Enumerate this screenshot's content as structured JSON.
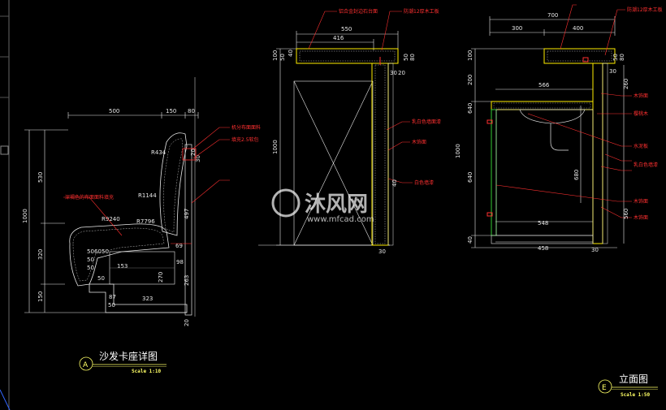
{
  "colors": {
    "background": "#000000",
    "dimension": "#e8e8e8",
    "leader": "#ff3030",
    "wall": "#ffee00",
    "hatch": "#c0c0c0",
    "accent": "#33cc33",
    "marker": "#ffff66"
  },
  "left_view": {
    "title": "沙发卡座详图",
    "scale": "Scale 1:10",
    "marker": "A",
    "dims_top": [
      "500",
      "150",
      "80"
    ],
    "dims_left": [
      "1000",
      "530",
      "320",
      "150"
    ],
    "dims_misc": [
      "R434",
      "R1144",
      "R7796",
      "R9240",
      "50",
      "60",
      "50",
      "50",
      "50",
      "153",
      "50",
      "87",
      "50",
      "323",
      "270",
      "263",
      "497",
      "69",
      "98",
      "20",
      "30",
      "20"
    ],
    "labels_red": [
      "机分布面面料",
      "填充2.5软包",
      "深褐色的布面面料填充"
    ]
  },
  "middle_view": {
    "dims_top": [
      "550",
      "416"
    ],
    "dims_side": [
      "100",
      "50",
      "1000",
      "80",
      "50",
      "30",
      "20",
      "40",
      "30",
      "40"
    ],
    "labels_red": [
      "铝合金封边石台面",
      "防潮12厚木工板",
      "乳白色墙面漆",
      "木饰面",
      "白色墙漆"
    ]
  },
  "right_view": {
    "title": "立面图",
    "scale": "Scale 1:50",
    "marker": "E",
    "dims_top": [
      "700",
      "300",
      "400"
    ],
    "dims_side": [
      "100",
      "200",
      "640",
      "1000",
      "640",
      "40",
      "50",
      "80",
      "30",
      "260",
      "560"
    ],
    "dims_inner": [
      "566",
      "548",
      "458",
      "30",
      "680"
    ],
    "labels_red": [
      "防潮12厚木工板",
      "木饰面",
      "樱桃木",
      "水泥板",
      "乳白色墙漆",
      "木饰面",
      "木饰面"
    ]
  },
  "watermark": {
    "brand": "沐风网",
    "url": "www.mfcad.com"
  }
}
